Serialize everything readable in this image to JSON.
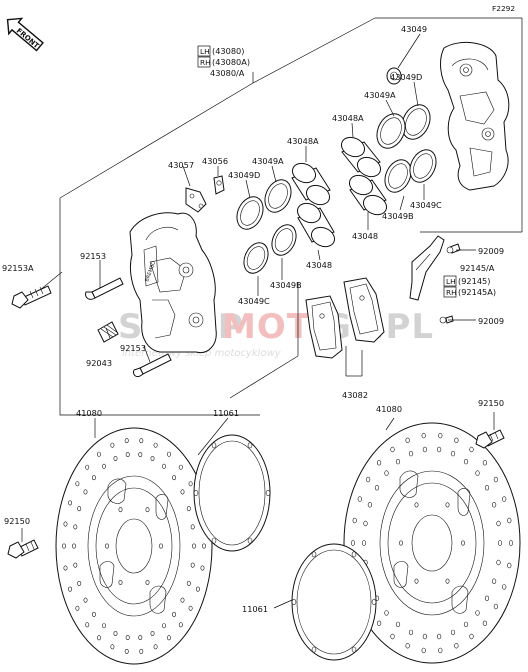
{
  "figure_code": "F2292",
  "front_label": "FRONT",
  "watermark": {
    "part1": "SKLEP",
    "part2": "MOTO",
    "part3": "GP.PL",
    "tagline": "internetowy sklep motocyklowy",
    "grey": "#cfcfcf",
    "red": "#f2b8b8"
  },
  "labels": {
    "p43080_lh_side": "LH",
    "p43080_lh_num": "(43080)",
    "p43080_rh_side": "RH",
    "p43080_rh_num": "(43080A)",
    "p43080_a": "43080/A",
    "p43049_top": "43049",
    "p43049d_right": "43049D",
    "p43049a_right": "43049A",
    "p43048a_right": "43048A",
    "p43048a_left": "43048A",
    "p43049a_left": "43049A",
    "p43056": "43056",
    "p43057": "43057",
    "p43049d_left": "43049D",
    "p43049b_right": "43049B",
    "p43049c_right": "43049C",
    "p43048_right": "43048",
    "p43048_left": "43048",
    "p43049b_left": "43049B",
    "p43049c_left": "43049C",
    "p92009_top": "92009",
    "p92145_a": "92145/A",
    "p92145_lh_side": "LH",
    "p92145_lh_num": "(92145)",
    "p92145_rh_side": "RH",
    "p92145_rh_num": "(92145A)",
    "p92009_bottom": "92009",
    "p92153a": "92153A",
    "p92153_upper": "92153",
    "p92153_lower": "92153",
    "p92043": "92043",
    "p43082": "43082",
    "p41080_left": "41080",
    "p11061_top": "11061",
    "p41080_right": "41080",
    "p92150_right": "92150",
    "p92150_left": "92150",
    "p11061_bottom": "11061"
  }
}
